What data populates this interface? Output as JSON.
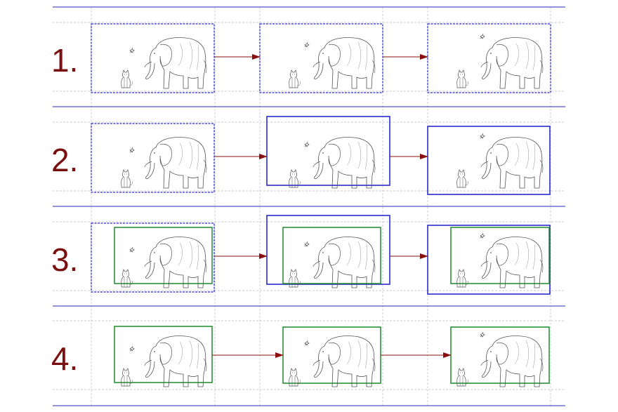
{
  "rows": [
    {
      "label": "1.",
      "frames": [
        {
          "outer": "dashed",
          "inner": false
        },
        {
          "outer": "dashed",
          "inner": false
        },
        {
          "outer": "dashed",
          "inner": false
        }
      ]
    },
    {
      "label": "2.",
      "frames": [
        {
          "outer": "dashed",
          "inner": false
        },
        {
          "outer": "solid",
          "inner": false
        },
        {
          "outer": "solid",
          "inner": false
        }
      ]
    },
    {
      "label": "3.",
      "frames": [
        {
          "outer": "dashed",
          "inner": true
        },
        {
          "outer": "solid",
          "inner": true
        },
        {
          "outer": "solid",
          "inner": true
        }
      ]
    },
    {
      "label": "4.",
      "frames": [
        {
          "outer": "none",
          "inner": true
        },
        {
          "outer": "none",
          "inner": true
        },
        {
          "outer": "none",
          "inner": true
        }
      ]
    }
  ],
  "colors": {
    "row_line": "#2a2ab8",
    "guide": "#b8b8c8",
    "outer_frame": "#2a2acc",
    "inner_frame": "#1f8a2a",
    "arrow": "#8a1010",
    "label": "#7a0f0f",
    "sketch": "#555555"
  },
  "icons": [
    "elephant-icon",
    "cat-icon",
    "bird-icon"
  ]
}
